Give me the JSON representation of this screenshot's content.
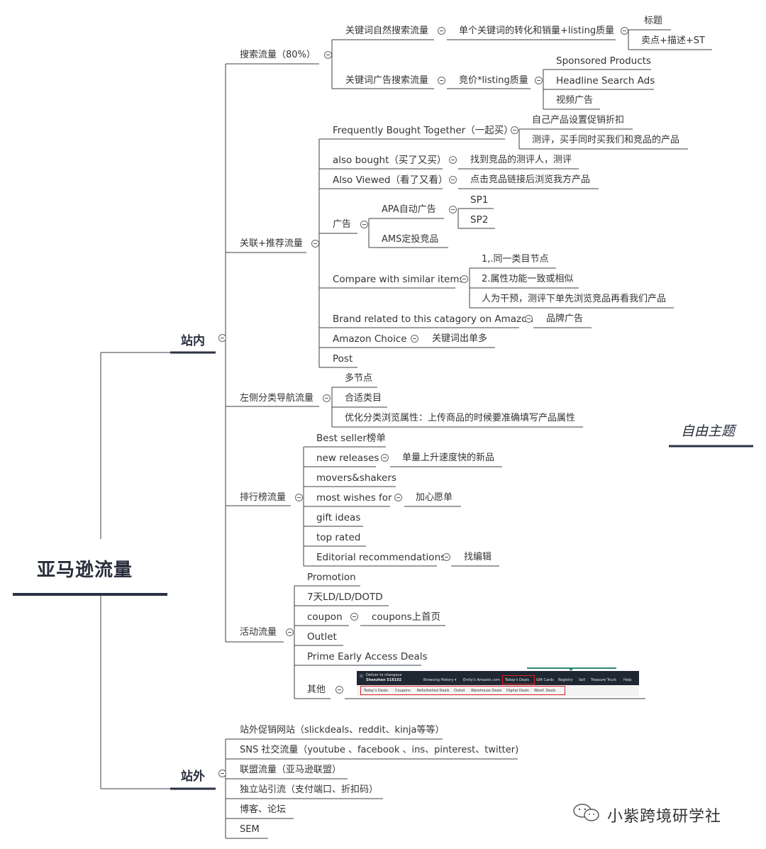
{
  "root": "亚马逊流量",
  "free_topic": "自由主题",
  "watermark": "小紫跨境研学社",
  "branches": {
    "onsite": "站内",
    "offsite": "站外"
  },
  "search": {
    "label": "搜索流量（80%）",
    "organic": "关键词自然搜索流量",
    "organic_child": "单个关键词的转化和销量+listing质量",
    "organic_leaf1": "标题",
    "organic_leaf2": "卖点+描述+ST",
    "ad": "关键词广告搜索流量",
    "ad_child": "竞价*listing质量",
    "ad_leaf1": "Sponsored Products",
    "ad_leaf2": "Headline Search Ads",
    "ad_leaf3": "视频广告"
  },
  "related": {
    "label": "关联+推荐流量",
    "fbt": "Frequently Bought Together（一起买）",
    "fbt_leaf1": "自己产品设置促销折扣",
    "fbt_leaf2": "测评，买手同时买我们和竞品的产品",
    "also_bought": "also bought（买了又买）",
    "also_bought_leaf": "找到竞品的测评人，测评",
    "also_viewed": "Also Viewed（看了又看）",
    "also_viewed_leaf": "点击竞品链接后浏览我方产品",
    "ads": "广告",
    "apa": "APA自动广告",
    "sp1": "SP1",
    "sp2": "SP2",
    "ams": "AMS定投竞品",
    "compare": "Compare with similar items",
    "compare_leaf1": "1,.同一类目节点",
    "compare_leaf2": "2.属性功能一致或相似",
    "compare_leaf3": "人为干预，测评下单先浏览竞品再看我们产品",
    "brand": "Brand related to this catagory on Amazon",
    "brand_leaf": "品牌广告",
    "choice": "Amazon Choice",
    "choice_leaf": "关键词出单多",
    "post": "Post"
  },
  "category": {
    "label": "左侧分类导航流量",
    "leaf1": "多节点",
    "leaf2": "合适类目",
    "leaf3": "优化分类浏览属性：上传商品的时候要准确填写产品属性"
  },
  "ranking": {
    "label": "排行榜流量",
    "best": "Best seller榜单",
    "new": "new releases",
    "new_leaf": "单量上升速度快的新品",
    "movers": "movers&shakers",
    "wishes": "most wishes for",
    "wishes_leaf": "加心愿单",
    "gift": "gift ideas",
    "top": "top rated",
    "editorial": "Editorial recommendations",
    "editorial_leaf": "找编辑"
  },
  "events": {
    "label": "活动流量",
    "promotion": "Promotion",
    "deals": "7天LD/LD/DOTD",
    "coupon": "coupon",
    "coupon_leaf": "coupons上首页",
    "outlet": "Outlet",
    "prime": "Prime Early Access Deals",
    "other": "其他"
  },
  "amazon_nav": {
    "deliver": "Deliver to changxue",
    "city": "Shenzhen 518102",
    "top": [
      "Browsing History ▾",
      "Emily's Amazon.com",
      "Today's Deals",
      "Gift Cards",
      "Registry",
      "Sell",
      "Treasure Truck",
      "Help"
    ],
    "sub": [
      "Today's Deals",
      "Coupons",
      "Refurbished Deals",
      "Outlet",
      "Warehouse Deals",
      "Digital Deals",
      "Woot! Deals"
    ]
  },
  "offsite": {
    "promo": "站外促销网站（slickdeals、reddit、kinja等等）",
    "sns": "SNS 社交流量（youtube 、facebook 、ins、pinterest、twitter)",
    "affiliate": "联盟流量（亚马逊联盟）",
    "independent": "独立站引流（支付端口、折扣码）",
    "blog": "博客、论坛",
    "sem": "SEM"
  }
}
